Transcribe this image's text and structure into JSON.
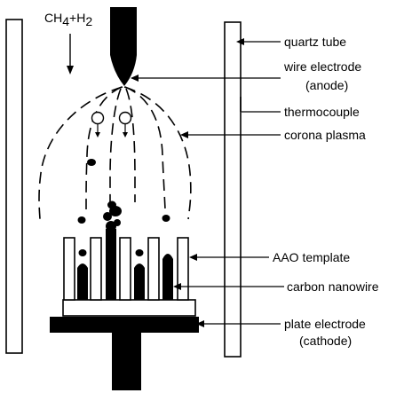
{
  "diagram": {
    "gas_label": {
      "part1": "CH",
      "sub1": "4",
      "part2": "+H",
      "sub2": "2"
    },
    "labels": {
      "quartz_tube": "quartz tube",
      "wire_electrode": "wire electrode",
      "anode": "(anode)",
      "thermocouple": "thermocouple",
      "corona_plasma": "corona plasma",
      "aao_template": "AAO template",
      "carbon_nanowire": "carbon nanowire",
      "plate_electrode": "plate electrode",
      "cathode": "(cathode)"
    },
    "colors": {
      "line": "#000000",
      "fill": "#000000",
      "background": "#ffffff"
    }
  }
}
